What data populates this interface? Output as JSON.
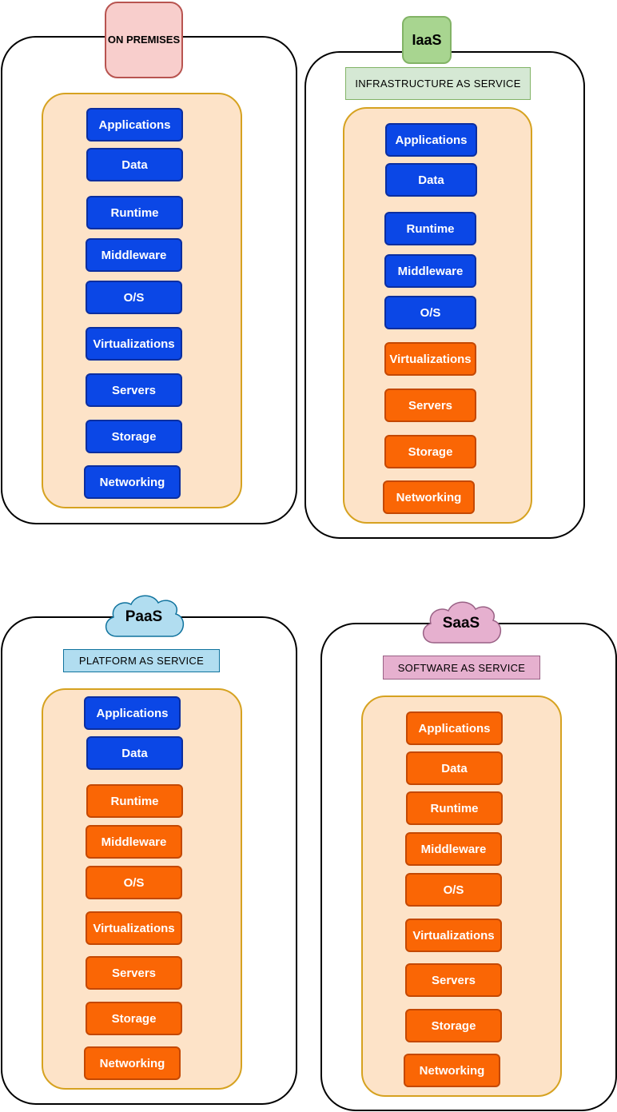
{
  "on_premises": {
    "title": "ON PREMISES",
    "layers": [
      {
        "label": "Applications",
        "managed_by": "self"
      },
      {
        "label": "Data",
        "managed_by": "self"
      },
      {
        "label": "Runtime",
        "managed_by": "self"
      },
      {
        "label": "Middleware",
        "managed_by": "self"
      },
      {
        "label": "O/S",
        "managed_by": "self"
      },
      {
        "label": "Virtualizations",
        "managed_by": "self"
      },
      {
        "label": "Servers",
        "managed_by": "self"
      },
      {
        "label": "Storage",
        "managed_by": "self"
      },
      {
        "label": "Networking",
        "managed_by": "self"
      }
    ]
  },
  "iaas": {
    "title": "IaaS",
    "subtitle": "INFRASTRUCTURE AS SERVICE",
    "layers": [
      {
        "label": "Applications",
        "managed_by": "self"
      },
      {
        "label": "Data",
        "managed_by": "self"
      },
      {
        "label": "Runtime",
        "managed_by": "self"
      },
      {
        "label": "Middleware",
        "managed_by": "self"
      },
      {
        "label": "O/S",
        "managed_by": "self"
      },
      {
        "label": "Virtualizations",
        "managed_by": "vendor"
      },
      {
        "label": "Servers",
        "managed_by": "vendor"
      },
      {
        "label": "Storage",
        "managed_by": "vendor"
      },
      {
        "label": "Networking",
        "managed_by": "vendor"
      }
    ]
  },
  "paas": {
    "title": "PaaS",
    "subtitle": "PLATFORM AS SERVICE",
    "layers": [
      {
        "label": "Applications",
        "managed_by": "self"
      },
      {
        "label": "Data",
        "managed_by": "self"
      },
      {
        "label": "Runtime",
        "managed_by": "vendor"
      },
      {
        "label": "Middleware",
        "managed_by": "vendor"
      },
      {
        "label": "O/S",
        "managed_by": "vendor"
      },
      {
        "label": "Virtualizations",
        "managed_by": "vendor"
      },
      {
        "label": "Servers",
        "managed_by": "vendor"
      },
      {
        "label": "Storage",
        "managed_by": "vendor"
      },
      {
        "label": "Networking",
        "managed_by": "vendor"
      }
    ]
  },
  "saas": {
    "title": "SaaS",
    "subtitle": "SOFTWARE AS SERVICE",
    "layers": [
      {
        "label": "Applications",
        "managed_by": "vendor"
      },
      {
        "label": "Data",
        "managed_by": "vendor"
      },
      {
        "label": "Runtime",
        "managed_by": "vendor"
      },
      {
        "label": "Middleware",
        "managed_by": "vendor"
      },
      {
        "label": "O/S",
        "managed_by": "vendor"
      },
      {
        "label": "Virtualizations",
        "managed_by": "vendor"
      },
      {
        "label": "Servers",
        "managed_by": "vendor"
      },
      {
        "label": "Storage",
        "managed_by": "vendor"
      },
      {
        "label": "Networking",
        "managed_by": "vendor"
      }
    ]
  },
  "colors": {
    "self_managed": "#0b47e6",
    "vendor_managed": "#fa6605",
    "stack_fill": "#fde3c8",
    "stack_border": "#d6a220"
  }
}
